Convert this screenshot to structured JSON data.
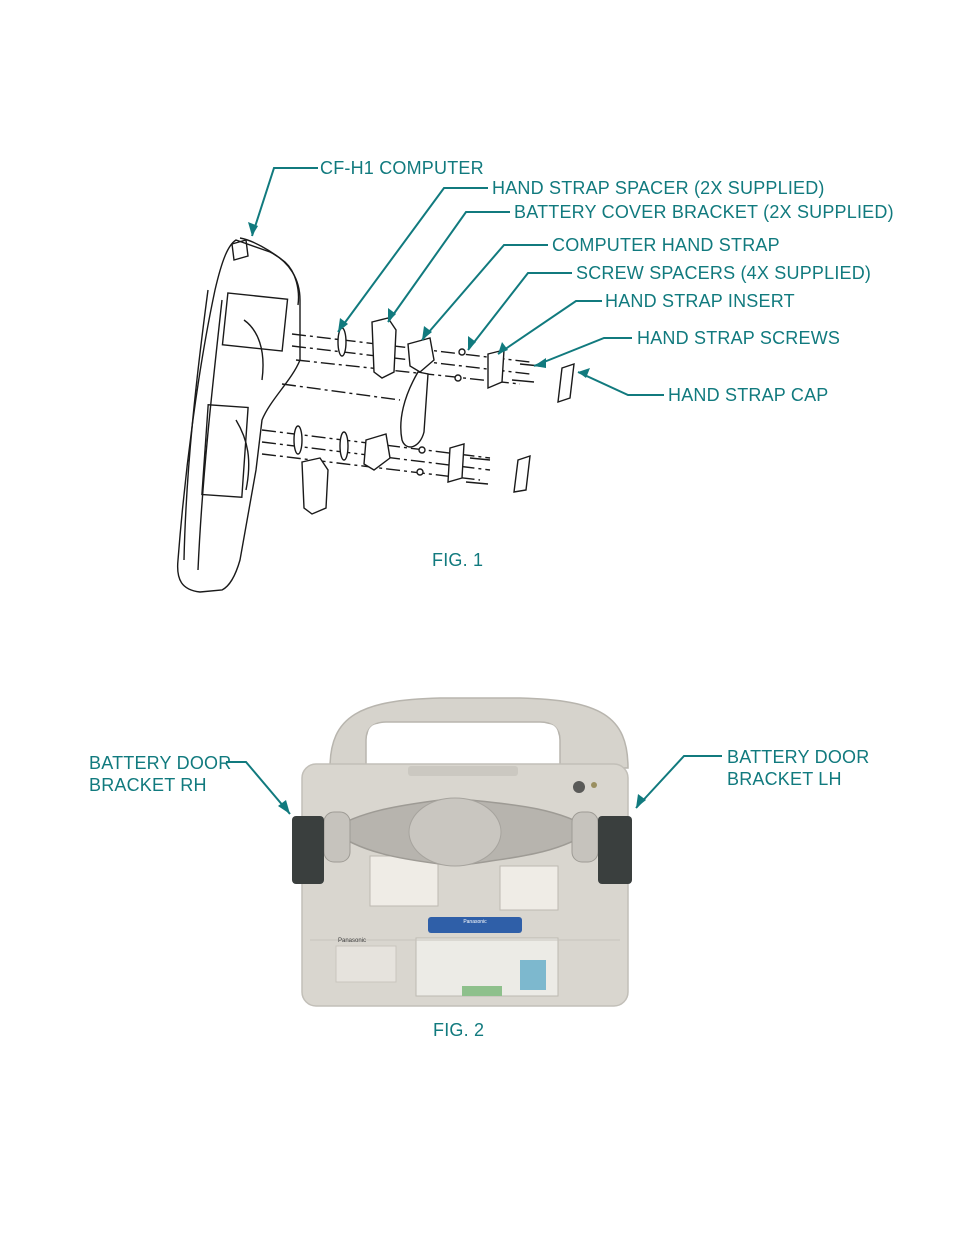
{
  "fig1": {
    "caption": "FIG. 1",
    "callouts": {
      "computer": "CF-H1 COMPUTER",
      "strap_spacer": "HAND STRAP SPACER (2X SUPPLIED)",
      "battery_bracket": "BATTERY COVER BRACKET (2X SUPPLIED)",
      "hand_strap": "COMPUTER HAND STRAP",
      "screw_spacers": "SCREW SPACERS (4X SUPPLIED)",
      "strap_insert": "HAND STRAP INSERT",
      "strap_screws": "HAND STRAP SCREWS",
      "strap_cap": "HAND STRAP CAP"
    }
  },
  "fig2": {
    "caption": "FIG. 2",
    "callouts": {
      "bracket_rh": "BATTERY DOOR\nBRACKET RH",
      "bracket_lh": "BATTERY DOOR\nBRACKET LH"
    },
    "photo_labels": {
      "blue_sticker": "Panasonic",
      "brand": "Panasonic"
    }
  },
  "colors": {
    "callout": "#117a7e",
    "device_body": "#d9d6cf",
    "strap": "#b9b6b1",
    "bracket": "#3a3f3e"
  }
}
